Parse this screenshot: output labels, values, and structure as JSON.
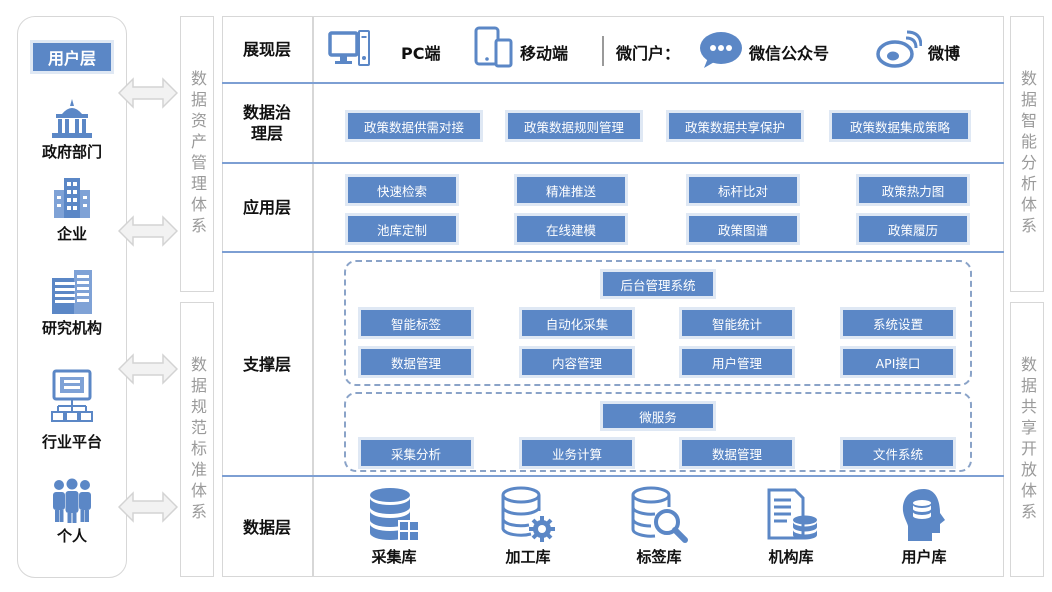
{
  "user_layer": {
    "title": "用户层",
    "items": [
      {
        "label": "政府部门",
        "icon": "government-building-icon"
      },
      {
        "label": "企业",
        "icon": "enterprise-building-icon"
      },
      {
        "label": "研究机构",
        "icon": "research-institute-icon"
      },
      {
        "label": "行业平台",
        "icon": "industry-platform-icon"
      },
      {
        "label": "个人",
        "icon": "people-icon"
      }
    ]
  },
  "left_systems": [
    {
      "label": "数据资产管理体系"
    },
    {
      "label": "数据规范标准体系"
    }
  ],
  "right_systems": [
    {
      "label": "数据智能分析体系"
    },
    {
      "label": "数据共享开放体系"
    }
  ],
  "layers": {
    "display": {
      "label": "展现层",
      "pc": "PC端",
      "mobile": "移动端",
      "micro_portal": "微门户：",
      "wechat": "微信公众号",
      "weibo": "微博"
    },
    "governance": {
      "label": "数据治理层",
      "label_line1": "数据治",
      "label_line2": "理层",
      "items": [
        "政策数据供需对接",
        "政策数据规则管理",
        "政策数据共享保护",
        "政策数据集成策略"
      ]
    },
    "application": {
      "label": "应用层",
      "items": [
        "快速检索",
        "精准推送",
        "标杆比对",
        "政策热力图",
        "池库定制",
        "在线建模",
        "政策图谱",
        "政策履历"
      ]
    },
    "support": {
      "label": "支撑层",
      "backend": {
        "title": "后台管理系统",
        "items": [
          "智能标签",
          "自动化采集",
          "智能统计",
          "系统设置",
          "数据管理",
          "内容管理",
          "用户管理",
          "API接口"
        ]
      },
      "microservice": {
        "title": "微服务",
        "items": [
          "采集分析",
          "业务计算",
          "数据管理",
          "文件系统"
        ]
      }
    },
    "data": {
      "label": "数据层",
      "items": [
        {
          "label": "采集库",
          "icon": "collection-database-icon"
        },
        {
          "label": "加工库",
          "icon": "processing-database-icon"
        },
        {
          "label": "标签库",
          "icon": "tag-database-icon"
        },
        {
          "label": "机构库",
          "icon": "institution-database-icon"
        },
        {
          "label": "用户库",
          "icon": "user-database-icon"
        }
      ]
    }
  },
  "colors": {
    "accent_blue": "#5b87c6",
    "border_gray": "#d7d7d7",
    "side_text_gray": "#9a9a9a",
    "line_blue": "#7d9fd3"
  }
}
